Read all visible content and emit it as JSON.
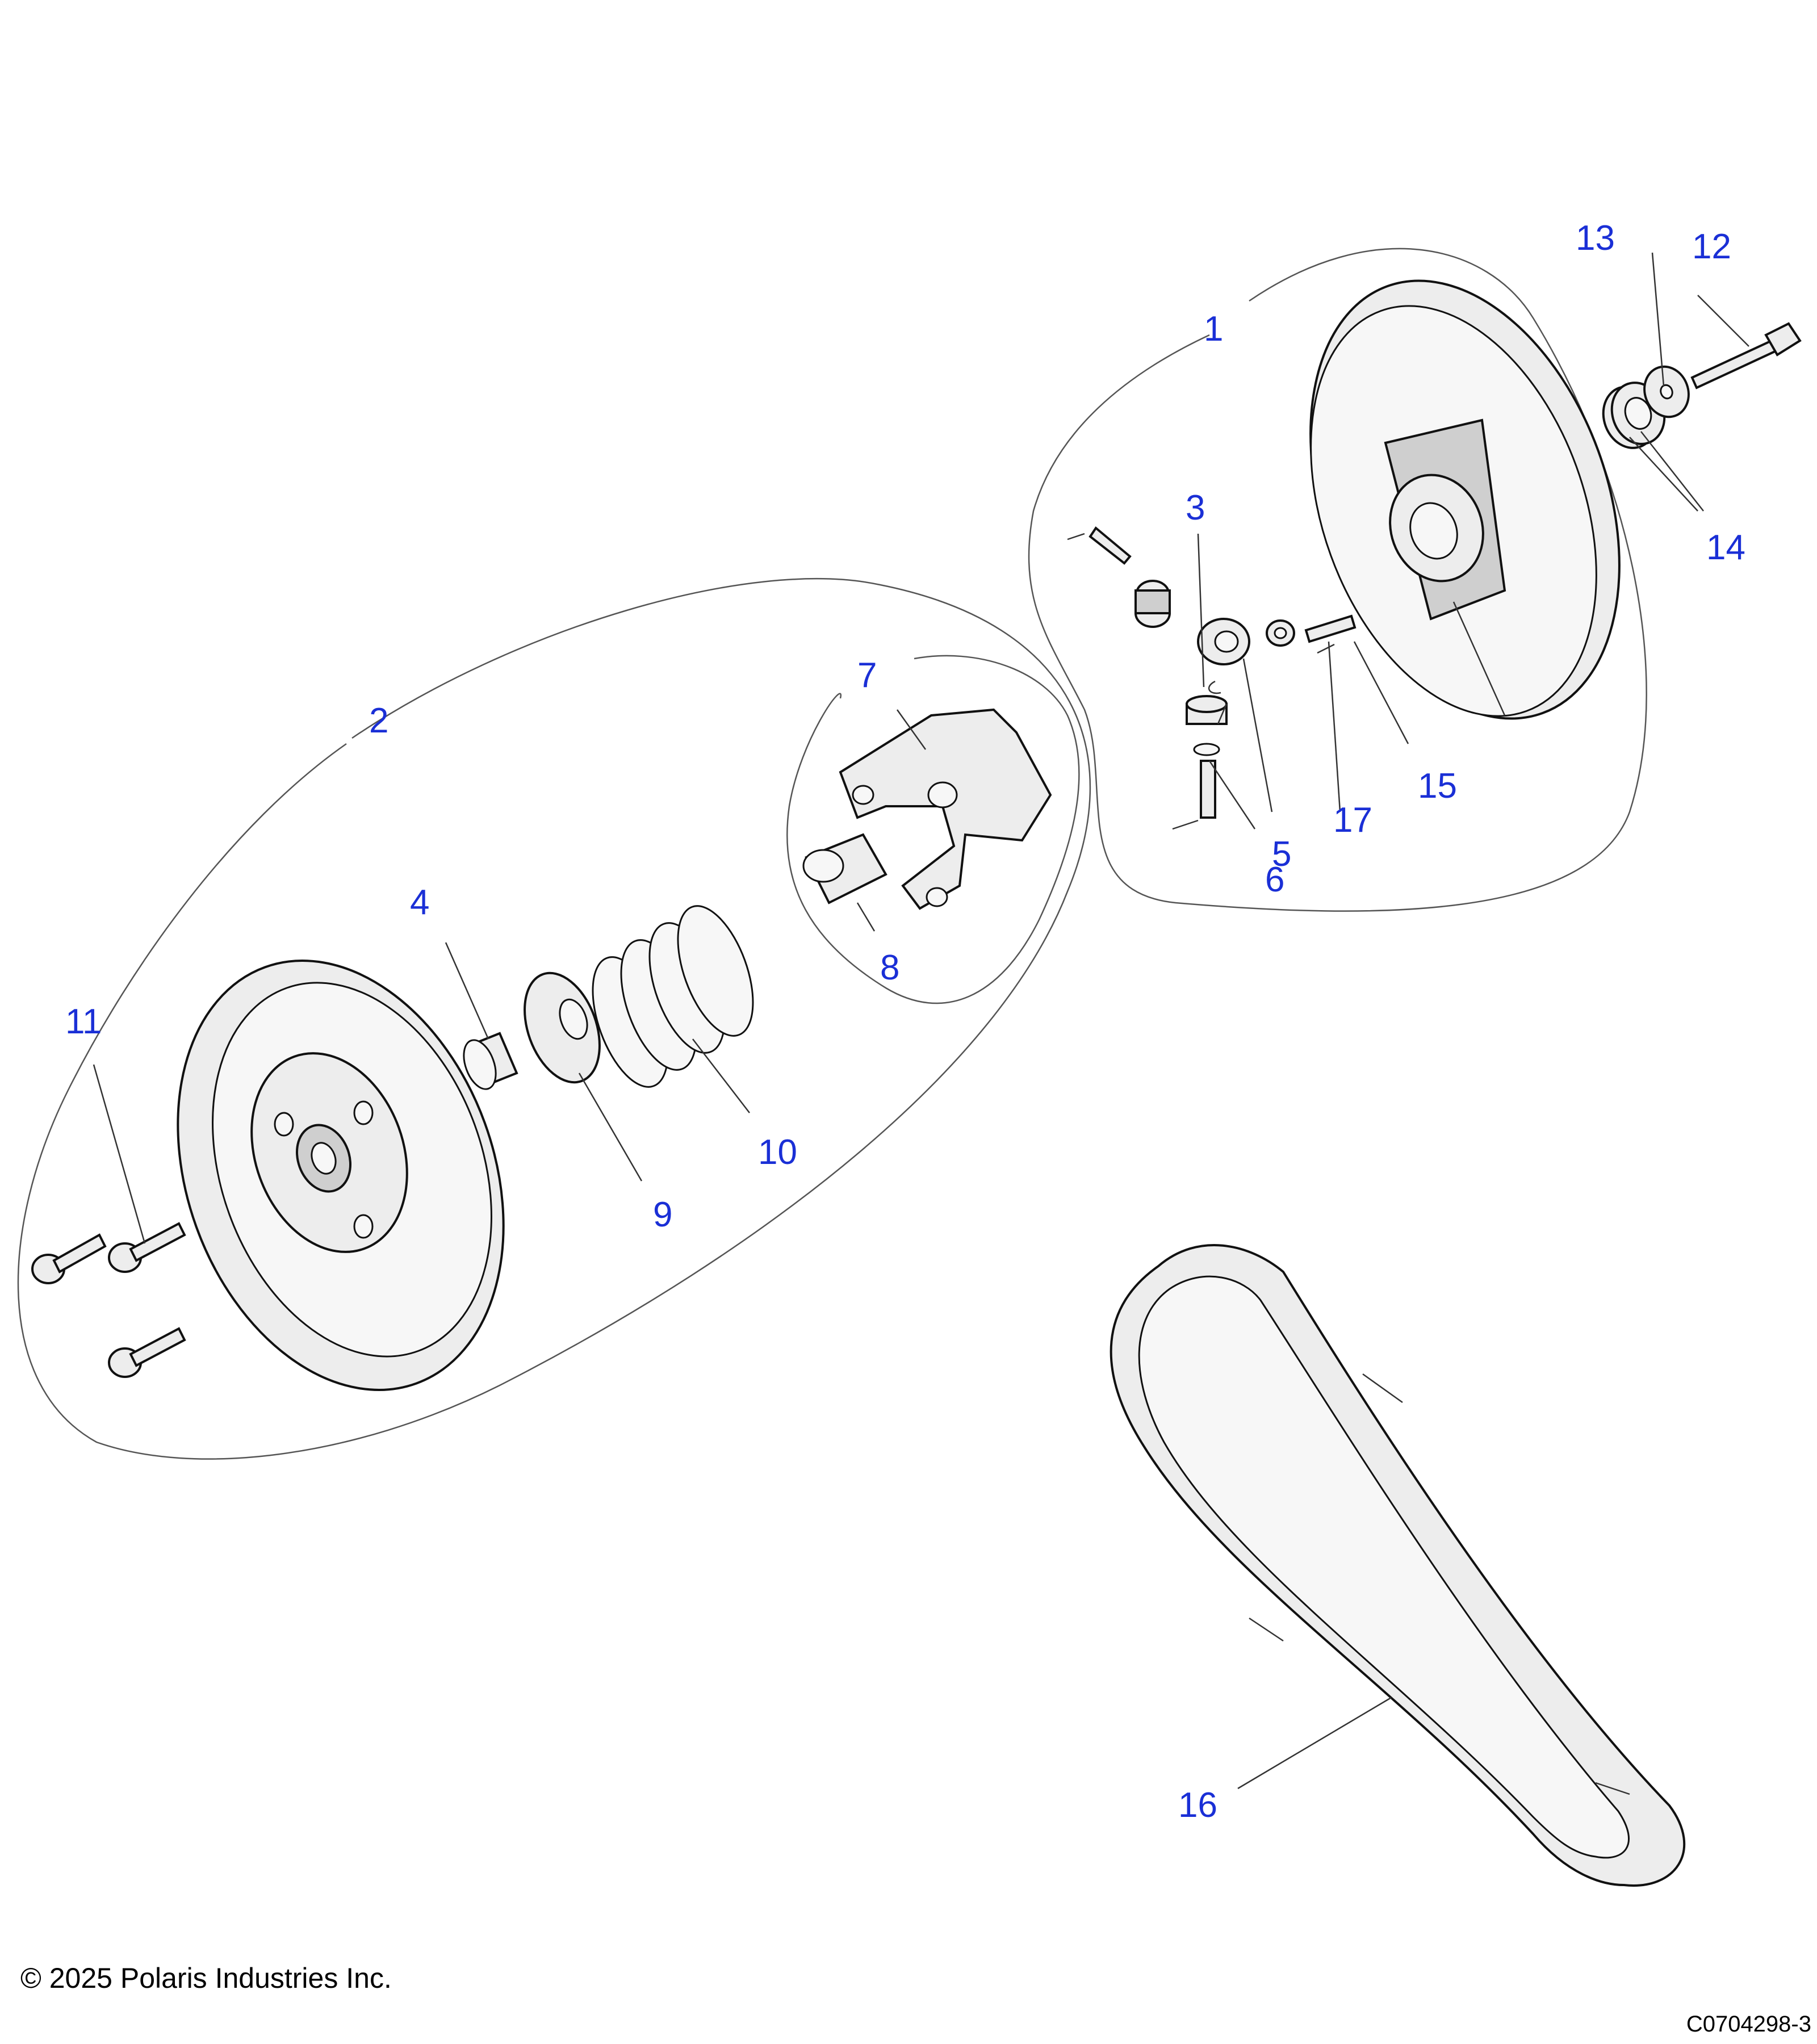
{
  "callouts": [
    {
      "id": "c1",
      "text": "1"
    },
    {
      "id": "c2",
      "text": "2"
    },
    {
      "id": "c3",
      "text": "3"
    },
    {
      "id": "c4",
      "text": "4"
    },
    {
      "id": "c5",
      "text": "5"
    },
    {
      "id": "c6",
      "text": "6"
    },
    {
      "id": "c7",
      "text": "7"
    },
    {
      "id": "c8",
      "text": "8"
    },
    {
      "id": "c9",
      "text": "9"
    },
    {
      "id": "c10",
      "text": "10"
    },
    {
      "id": "c11",
      "text": "11"
    },
    {
      "id": "c12",
      "text": "12"
    },
    {
      "id": "c13",
      "text": "13"
    },
    {
      "id": "c14",
      "text": "14"
    },
    {
      "id": "c15",
      "text": "15"
    },
    {
      "id": "c16",
      "text": "16"
    },
    {
      "id": "c17",
      "text": "17"
    }
  ],
  "footer": {
    "copyright": "© 2025 Polaris Industries Inc.",
    "drawing_code": "C0704298-3"
  },
  "colors": {
    "callout_text": "#1a2fd6",
    "line_art": "#111111",
    "part_fill": "#ededed"
  }
}
